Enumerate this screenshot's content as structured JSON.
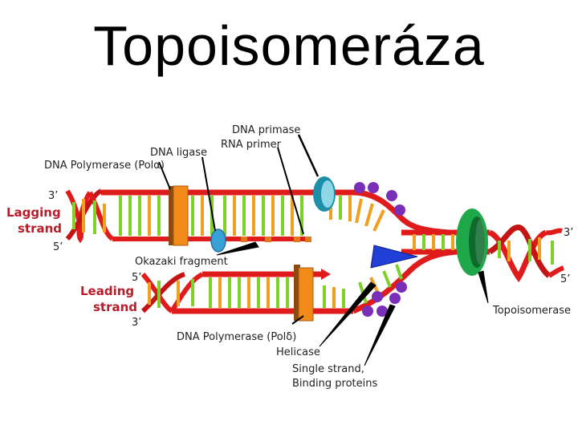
{
  "title": "Topoisomeráza",
  "diagram": {
    "lagging": {
      "line1": "Lagging",
      "line2": "strand"
    },
    "leading": {
      "line1": "Leading",
      "line2": "strand"
    },
    "ends": {
      "lag_top": "3’",
      "lag_bottom": "5’",
      "lead_top": "5’",
      "lead_bottom": "3’",
      "right_top": "3’",
      "right_bottom": "5’"
    },
    "labels": {
      "dna_primase": "DNA primase",
      "rna_primer": "RNA primer",
      "dna_ligase": "DNA ligase",
      "pol_alpha": "DNA Polymerase (Polα)",
      "okazaki": "Okazaki fragment",
      "pol_delta": "DNA Polymerase (Polδ)",
      "helicase": "Helicase",
      "ssb1": "Single strand,",
      "ssb2": "Binding proteins",
      "topoisomerase": "Topoisomerase"
    },
    "colors": {
      "strand_red": "#e01b1b",
      "rung_green": "#7fd12a",
      "rung_orange": "#f0a020",
      "ssb_purple": "#7a2fb8",
      "helicase_blue": "#1f3fd6",
      "primase_teal": "#1e8fa8",
      "ligase_blue": "#3aa0d8",
      "polymerase_orange": "#f28a1a",
      "topo_green": "#1fa84a",
      "label_red": "#b81d2a"
    }
  }
}
